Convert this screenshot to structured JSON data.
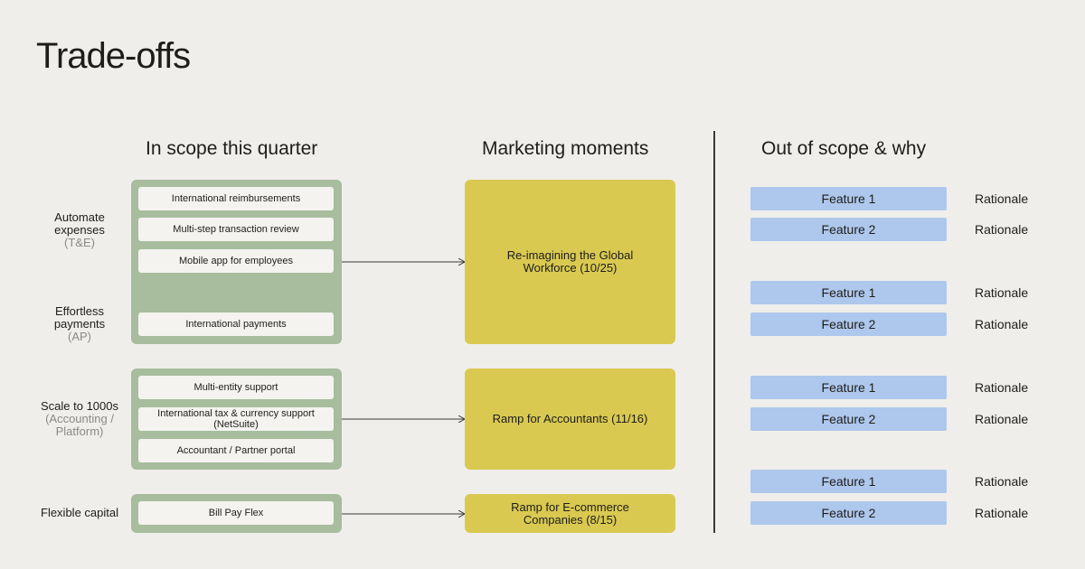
{
  "title": "Trade-offs",
  "headers": {
    "in_scope": "In scope this quarter",
    "marketing": "Marketing moments",
    "out_of_scope": "Out of scope & why"
  },
  "groups": [
    {
      "label": "Automate expenses",
      "sub": "(T&E)"
    },
    {
      "label": "Effortless payments",
      "sub": "(AP)"
    },
    {
      "label": "Scale to 1000s",
      "sub": "(Accounting / Platform)"
    },
    {
      "label": "Flexible capital",
      "sub": ""
    }
  ],
  "in_scope_items": [
    "International reimbursements",
    "Multi-step transaction review",
    "Mobile app for employees",
    "International payments",
    "Multi-entity support",
    "International tax & currency support (NetSuite)",
    "Accountant / Partner portal",
    "Bill Pay Flex"
  ],
  "moments": [
    "Re-imagining the Global Workforce (10/25)",
    "Ramp for Accountants (11/16)",
    "Ramp for E-commerce Companies (8/15)"
  ],
  "out_of_scope": [
    {
      "feature": "Feature 1",
      "rationale": "Rationale"
    },
    {
      "feature": "Feature 2",
      "rationale": "Rationale"
    },
    {
      "feature": "Feature 1",
      "rationale": "Rationale"
    },
    {
      "feature": "Feature 2",
      "rationale": "Rationale"
    },
    {
      "feature": "Feature 1",
      "rationale": "Rationale"
    },
    {
      "feature": "Feature 2",
      "rationale": "Rationale"
    },
    {
      "feature": "Feature 1",
      "rationale": "Rationale"
    },
    {
      "feature": "Feature 2",
      "rationale": "Rationale"
    }
  ],
  "colors": {
    "background": "#efeeeb",
    "in_scope_group": "#a7bd9e",
    "marketing_moment": "#d9c951",
    "out_of_scope_feature": "#aec7ec"
  }
}
